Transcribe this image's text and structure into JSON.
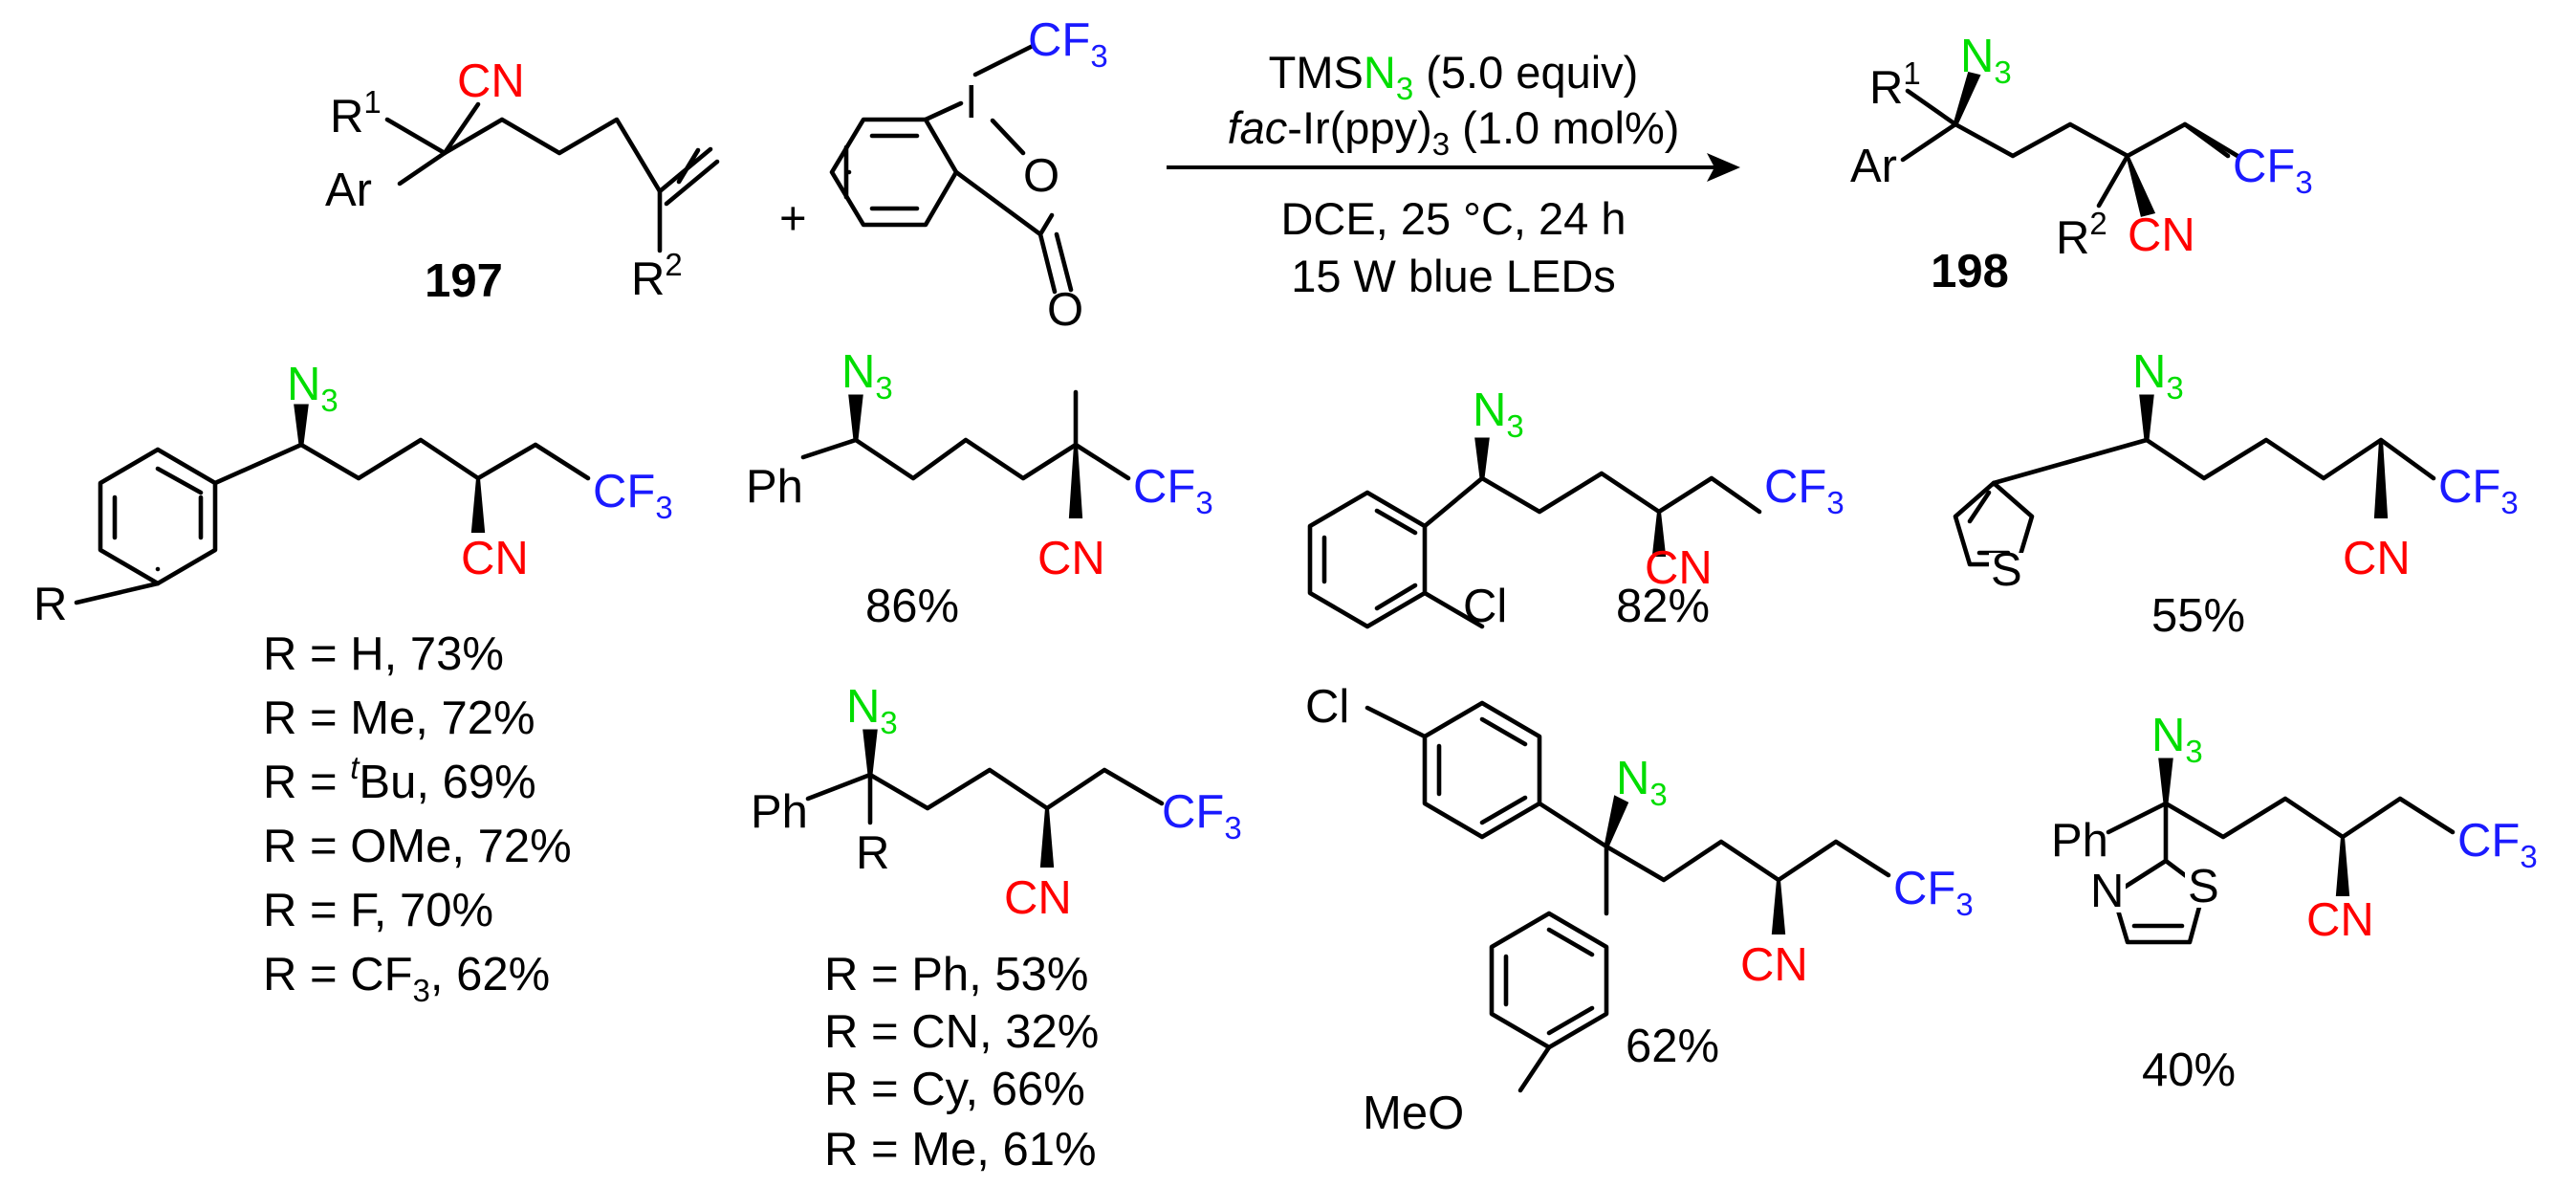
{
  "colors": {
    "cn": "#ff0000",
    "azide": "#00dd00",
    "cf3": "#1a1aff",
    "bond": "#000000"
  },
  "labels": {
    "R1": "R",
    "R1_sup": "1",
    "R2": "R",
    "R2_sup": "2",
    "Ar": "Ar",
    "CN": "CN",
    "CF": "CF",
    "three": "3",
    "N": "N",
    "I": "I",
    "O": "O",
    "S": "S",
    "Ph": "Ph",
    "R": "R",
    "Cl": "Cl",
    "MeO": "MeO",
    "plus": "+"
  },
  "reaction": {
    "substrate_number": "197",
    "product_number": "198",
    "conditions": {
      "line1_pre": "TMS",
      "line1_N": "N",
      "line1_sub": "3",
      "line1_post": " (5.0 equiv)",
      "line2_italic": "fac",
      "line2_mid": "-Ir(ppy)",
      "line2_sub": "3",
      "line2_post": " (1.0 mol%)",
      "line3": "DCE, 25 °C, 24 h",
      "line4": "15 W blue LEDs"
    }
  },
  "scope": {
    "entry1": {
      "rows": [
        {
          "pre": "R = H, 73%"
        },
        {
          "pre": "R = Me, 72%"
        },
        {
          "pre": "R = ",
          "sup": "t",
          "post": "Bu, 69%"
        },
        {
          "pre": "R = OMe, 72%"
        },
        {
          "pre": "R = F,  70%"
        },
        {
          "pre": "R = CF",
          "sub": "3",
          "post": ", 62%"
        }
      ]
    },
    "entry2": {
      "yield": "86%"
    },
    "entry3": {
      "yield": "82%"
    },
    "entry4": {
      "yield": "55%"
    },
    "entry5": {
      "rows": [
        "R = Ph, 53%",
        "R = CN, 32%",
        "R = Cy, 66%",
        "R = Me, 61%"
      ]
    },
    "entry6": {
      "yield": "62%"
    },
    "entry7": {
      "yield": "40%"
    }
  }
}
